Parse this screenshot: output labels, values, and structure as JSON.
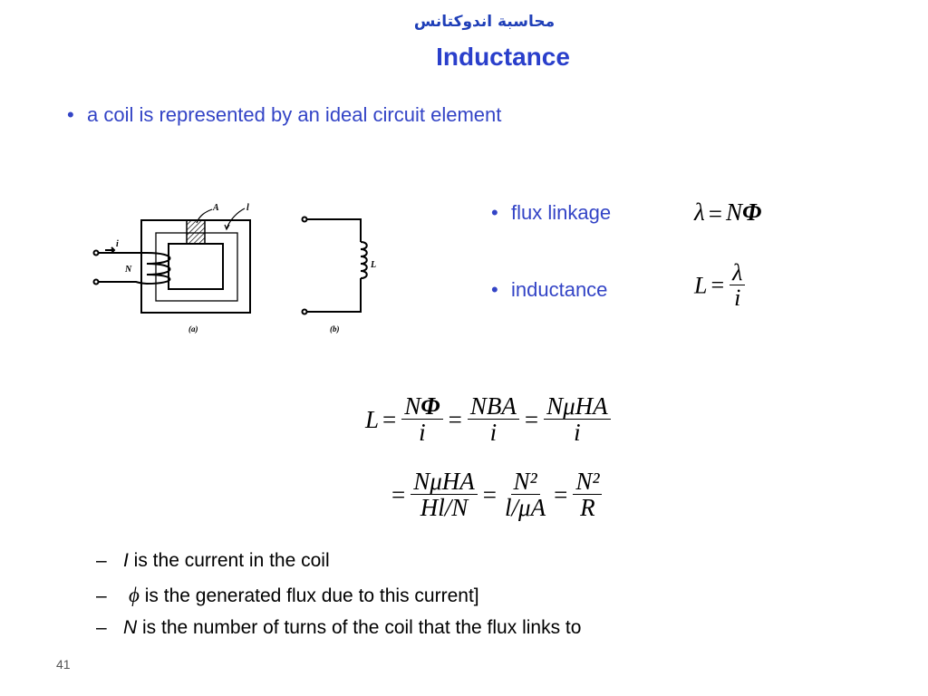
{
  "slide": {
    "arabic_title": "محاسبة اندوكتانس",
    "title": "Inductance",
    "bullet_main": "a coil is represented by an ideal circuit element",
    "bullet_mark": "•",
    "flux_label": "flux linkage",
    "inductance_label": "inductance",
    "page_number": "41"
  },
  "figure": {
    "labels": {
      "a": "A",
      "l": "l",
      "i": "i",
      "n": "N",
      "L": "L",
      "cap_a": "(a)",
      "cap_b": "(b)"
    }
  },
  "equations": {
    "lambda": "λ",
    "eq": "=",
    "N": "N",
    "Phi": "Φ",
    "L": "L",
    "i": "i",
    "NBA": "NBA",
    "NmuHA": "NμHA",
    "Hl_N": "Hl/N",
    "N2": "N²",
    "l_muA": "l/μA",
    "R": "R"
  },
  "notes": {
    "dash": "–",
    "items": [
      {
        "symbol": "I",
        "text": " is the current in the coil"
      },
      {
        "symbol": "ϕ",
        "text": " is the generated flux due to this current]"
      },
      {
        "symbol": "N",
        "text": " is the number of turns of the coil that the flux links to"
      }
    ]
  }
}
